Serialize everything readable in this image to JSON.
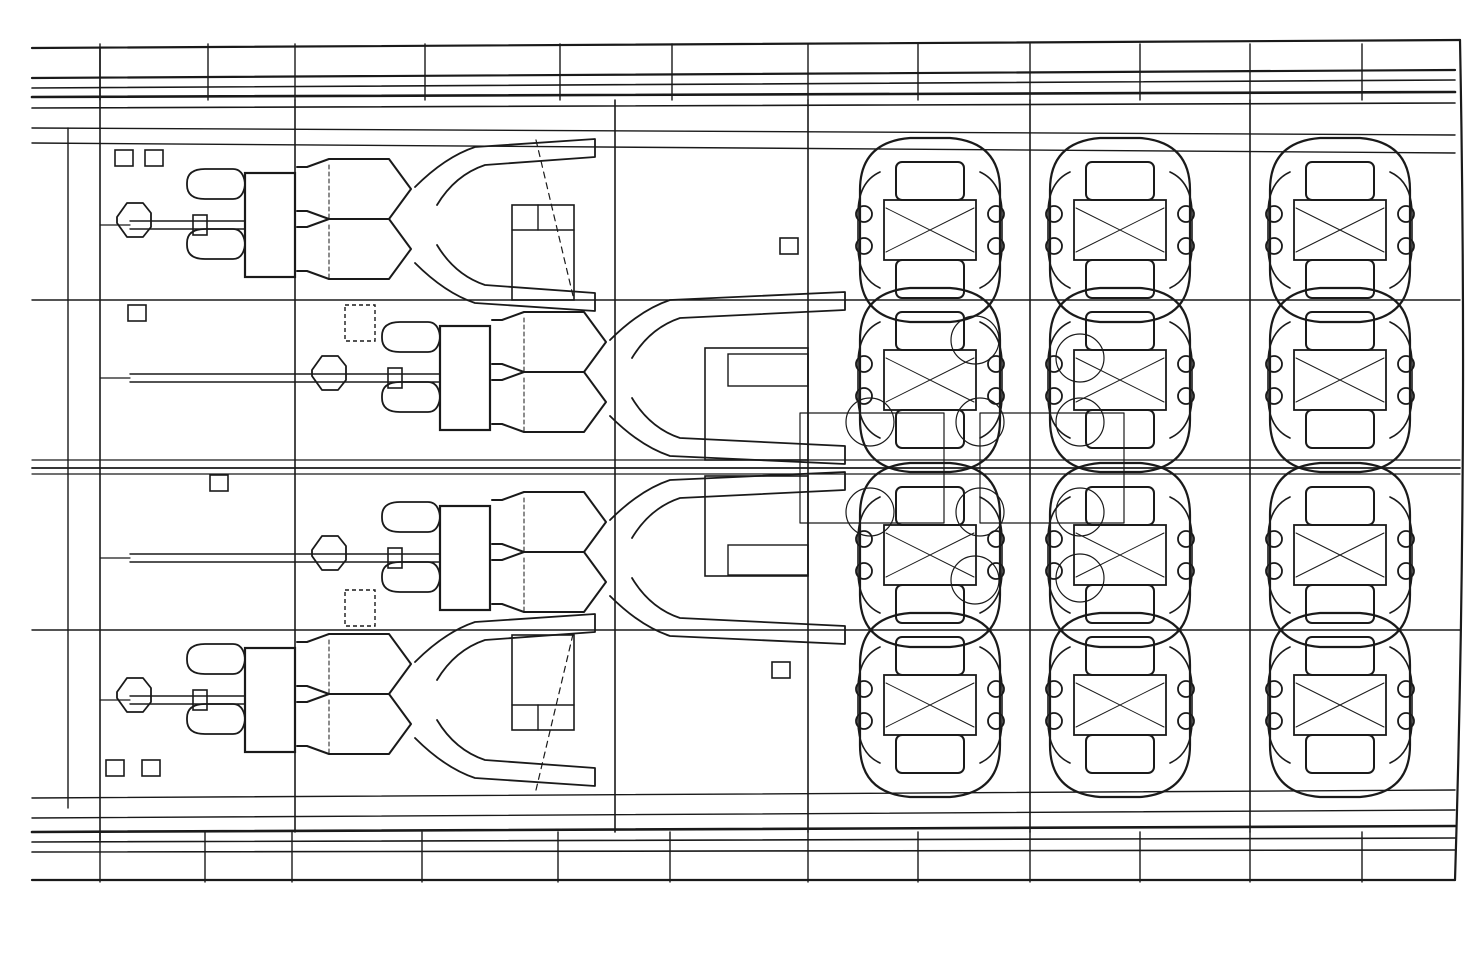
{
  "diagram": {
    "type": "machinery-arrangement-plan",
    "view": "plan",
    "colors": {
      "background": "#ffffff",
      "ink": "#1a1a1a"
    },
    "hull": {
      "transverse_bulkheads": 7,
      "shafts": 4,
      "upper_deck_frames": 12,
      "lower_deck_frames": 12
    },
    "turbine_sets": {
      "count": 4,
      "shafts_served": 4
    },
    "boilers": {
      "columns": 3,
      "rows": 4,
      "count": 12,
      "seated_on_centerline": 2
    },
    "small_auxiliaries": {
      "count": 8
    }
  }
}
